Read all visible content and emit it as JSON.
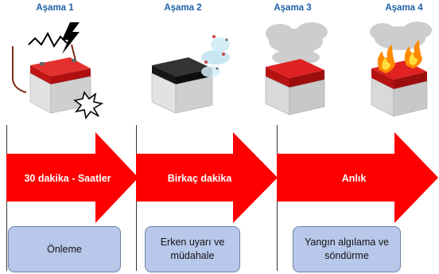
{
  "stages": [
    {
      "title": "Aşama 1",
      "duration": "30 dakika - Saatler",
      "action": "Önleme"
    },
    {
      "title": "Aşama 2",
      "duration": "Birkaç dakika",
      "action": "Erken uyarı ve müdahale"
    },
    {
      "title": "Aşama 3",
      "duration": "Anlık",
      "action": "Yangın algılama ve söndürme"
    },
    {
      "title": "Aşama 4"
    }
  ],
  "colors": {
    "arrow": "#ff0000",
    "title": "#1f5fa8",
    "box": "#b8c8ea",
    "battery_red": "#d61a1a",
    "battery_black": "#1a1a1a"
  }
}
